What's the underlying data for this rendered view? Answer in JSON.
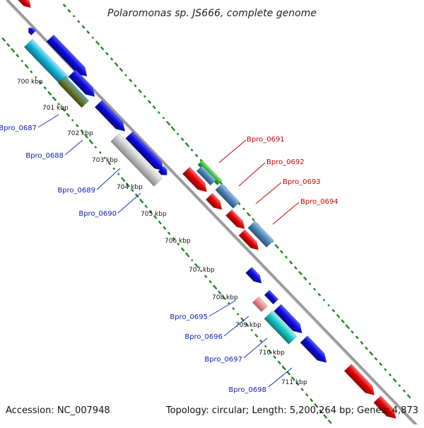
{
  "header": {
    "title": "Polaromonas sp. JS666, complete genome"
  },
  "footer": {
    "accession": "Accession: NC_007948",
    "summary": "Topology: circular; Length: 5,200,264 bp; Genes: 4,873"
  },
  "ticks": [
    "700 kbp",
    "701 kbp",
    "702 kbp",
    "703 kbp",
    "704 kbp",
    "705 kbp",
    "706 kbp",
    "707 kbp",
    "708 kbp",
    "709 kbp",
    "710 kbp",
    "711 kbp"
  ],
  "gene_labels": {
    "left": [
      "Bpro_0687",
      "Bpro_0688",
      "Bpro_0689",
      "Bpro_0690",
      "Bpro_0695",
      "Bpro_0696",
      "Bpro_0697",
      "Bpro_0698"
    ],
    "right": [
      "Bpro_0691",
      "Bpro_0692",
      "Bpro_0693",
      "Bpro_0694"
    ]
  },
  "colors": {
    "backbone": "#9a9a9a",
    "gc_marks": "#1f8a1f",
    "blue_gene": "#0b0bdc",
    "cyan_gene": "#16b4d8",
    "teal_gene": "#19c7c2",
    "red_gene": "#e00000",
    "steel_gene": "#4f86b8",
    "green_gene": "#2bbf2b",
    "olive_gene": "#6e7a2a",
    "grey_gene": "#c4c4c4",
    "pink_gene": "#f08a8a",
    "label_blue": "#0a1eb4",
    "label_red": "#d10000"
  }
}
